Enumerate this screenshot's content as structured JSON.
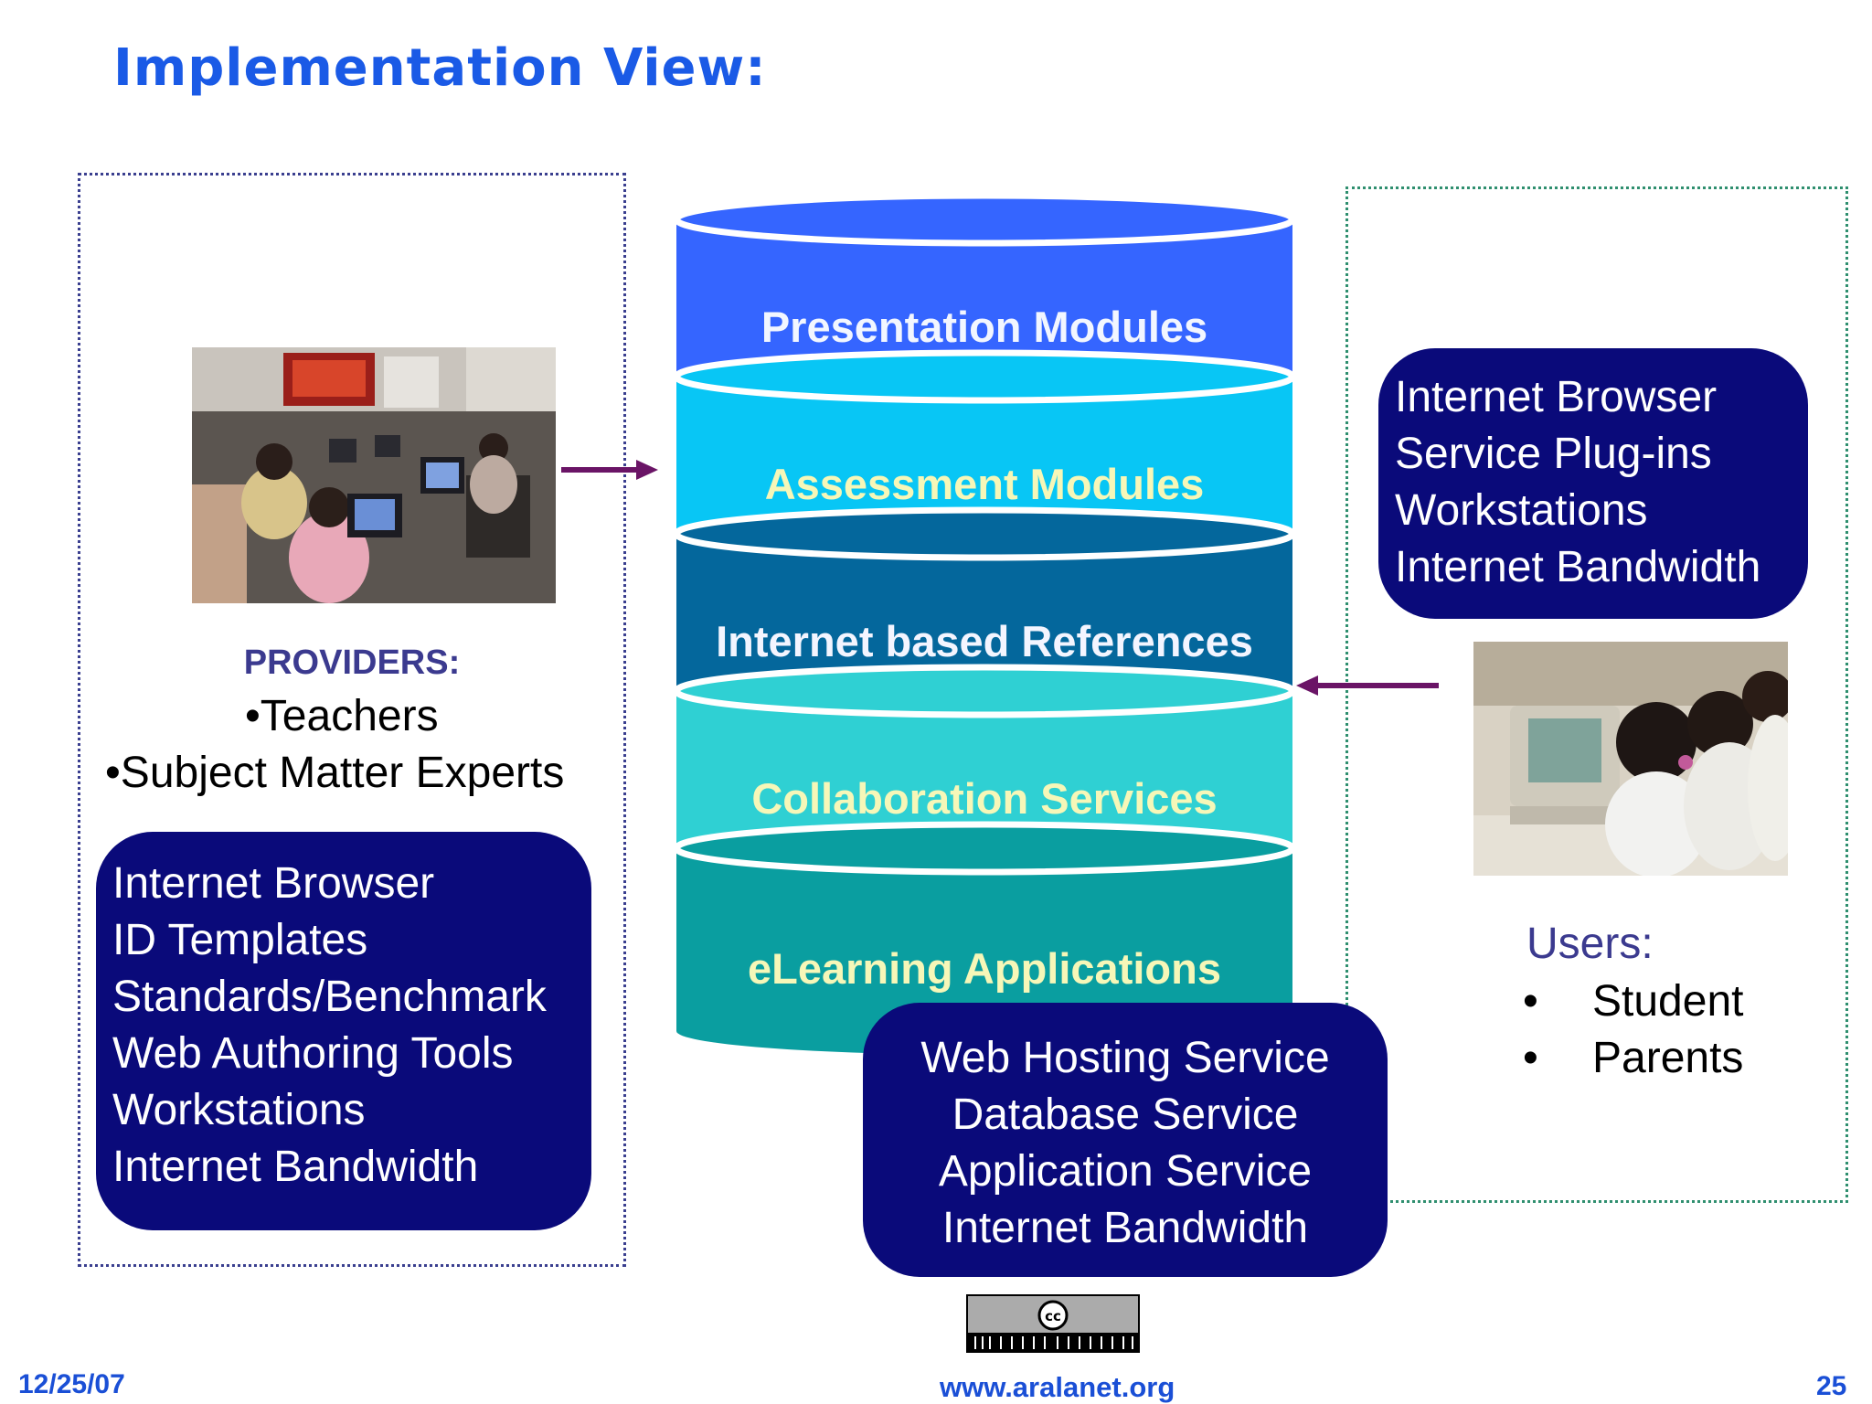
{
  "title": "Implementation View:",
  "stack_layers": [
    {
      "label": "Presentation Modules",
      "color": "#3565ff",
      "text_color": "#f2f6ff"
    },
    {
      "label": "Assessment Modules",
      "color": "#08c6f5",
      "text_color": "#f6f7b8"
    },
    {
      "label": "Internet based References",
      "color": "#04679c",
      "text_color": "#f3f5ff"
    },
    {
      "label": "Collaboration Services",
      "color": "#2fd0d3",
      "text_color": "#f6f7b8"
    },
    {
      "label": "eLearning Applications",
      "color": "#0a9ea0",
      "text_color": "#f6f7b8"
    }
  ],
  "providers": {
    "heading": "PROVIDERS:",
    "items": [
      "•Teachers",
      "•Subject Matter Experts"
    ],
    "requirements": [
      "Internet Browser",
      "ID Templates",
      "Standards/Benchmark",
      "Web Authoring Tools",
      "Workstations",
      "Internet Bandwidth"
    ]
  },
  "users": {
    "heading": "Users:",
    "bullet": "•",
    "items": [
      "Student",
      "Parents"
    ],
    "requirements": [
      "Internet Browser",
      "Service Plug-ins",
      "Workstations",
      "Internet Bandwidth"
    ]
  },
  "hosting": [
    "Web Hosting Service",
    "Database Service",
    "Application Service",
    "Internet Bandwidth"
  ],
  "colors": {
    "navy": "#0a0a7a",
    "arrow": "#6a1466",
    "title": "#1a5ae6"
  },
  "icons": {
    "arrow_right": "arrow-right-icon",
    "arrow_left": "arrow-left-icon",
    "license": "cc-badge-icon"
  },
  "footer": {
    "date": "12/25/07",
    "website": "www.aralanet.org",
    "page": "25"
  }
}
